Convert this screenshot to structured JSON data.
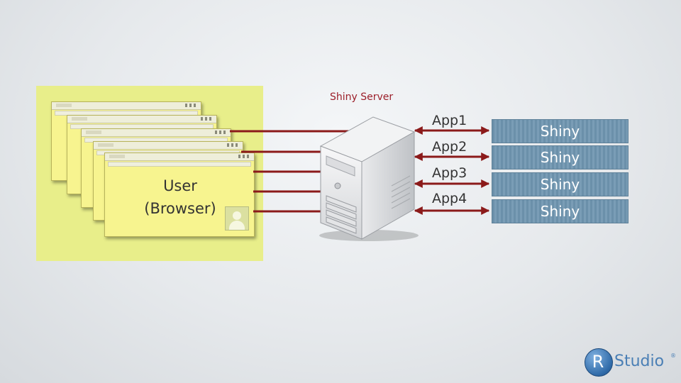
{
  "users": {
    "line1": "User",
    "line2": "(Browser)"
  },
  "server": {
    "label": "Shiny Server"
  },
  "apps": [
    {
      "label": "App1",
      "shiny": "Shiny"
    },
    {
      "label": "App2",
      "shiny": "Shiny"
    },
    {
      "label": "App3",
      "shiny": "Shiny"
    },
    {
      "label": "App4",
      "shiny": "Shiny"
    }
  ],
  "logo": {
    "letter": "R",
    "name": "Studio",
    "mark": "®"
  },
  "colors": {
    "connector": "#8b1a1a",
    "server_label": "#9c1f2a",
    "user_panel": "#e8ee8a",
    "browser_window": "#f7f48f",
    "shiny_box": "#6b90aa",
    "logo_blue": "#4a7fb5"
  },
  "icons": {
    "server": "server-tower-icon",
    "avatar": "user-avatar-icon",
    "connector": "double-arrow-icon"
  }
}
